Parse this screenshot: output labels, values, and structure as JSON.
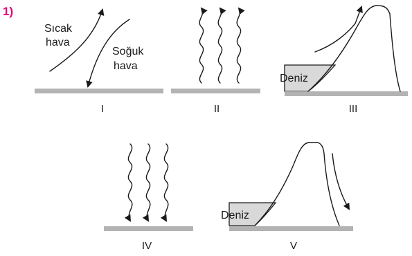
{
  "question_number": "1)",
  "panels": [
    {
      "roman": "I",
      "labels": [
        "Sıcak",
        "hava",
        "Soğuk",
        "hava"
      ]
    },
    {
      "roman": "II"
    },
    {
      "roman": "III",
      "sea_label": "Deniz"
    },
    {
      "roman": "IV"
    },
    {
      "roman": "V",
      "sea_label": "Deniz"
    }
  ],
  "colors": {
    "number": "#e3007a",
    "ground": "#b3b3b3",
    "sea": "#d9d9d9",
    "ink": "#1a1a1a"
  }
}
